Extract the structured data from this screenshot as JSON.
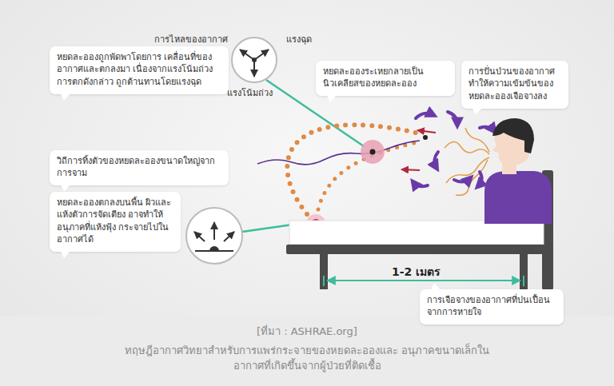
{
  "diagram": {
    "caption": "ทฤษฎีอากาศวิทยาสำหรับการแพร่กระจายของหยดละอองและ อนุภาคขนาดเล็กในอากาศที่เกิดขึ้นจากผู้ป่วยที่ติดเชื้อ",
    "nodes": [
      {
        "text": [
          "หยดละอองถูกพัดพาโดยการ เคลื่อนที่ของอากาศและตกลงมา เนื่องจากแรงโน้มถ่วงการตกดังกล่าว ถูกต้านทานโดยแรงฉุด"
        ]
      },
      {
        "text": [
          "หยดละอองระเหยกลายเป็น นิวเคลียสของหยดละออง"
        ]
      },
      {
        "text": [
          "การปั่นป่วนของอากาศ ทำให้ความเข้มข้นของ หยดละอองเจือจางลง"
        ]
      },
      {
        "text": [
          "วิถีการทิ้งตัวของหยดละอองขนาดใหญ่จาก การจาม"
        ]
      },
      {
        "text": [
          "หยดละอองตกลงบนพื้น ผิวและแห้งตัวการจัดเตียง อาจทำให้อนุภาคที่แห้งฟุ้ง กระจายไปในอากาศได้"
        ]
      },
      {
        "text": [
          "การเจือจางของอากาศที่ปนเปื้อน จากการหายใจ"
        ]
      }
    ],
    "labels": [
      "การไหลของอากาศ",
      "แรงฉุด",
      "แรงโน้มถ่วง",
      "1-2 เมตร",
      "[ที่มา : ASHRAE.org]"
    ]
  }
}
